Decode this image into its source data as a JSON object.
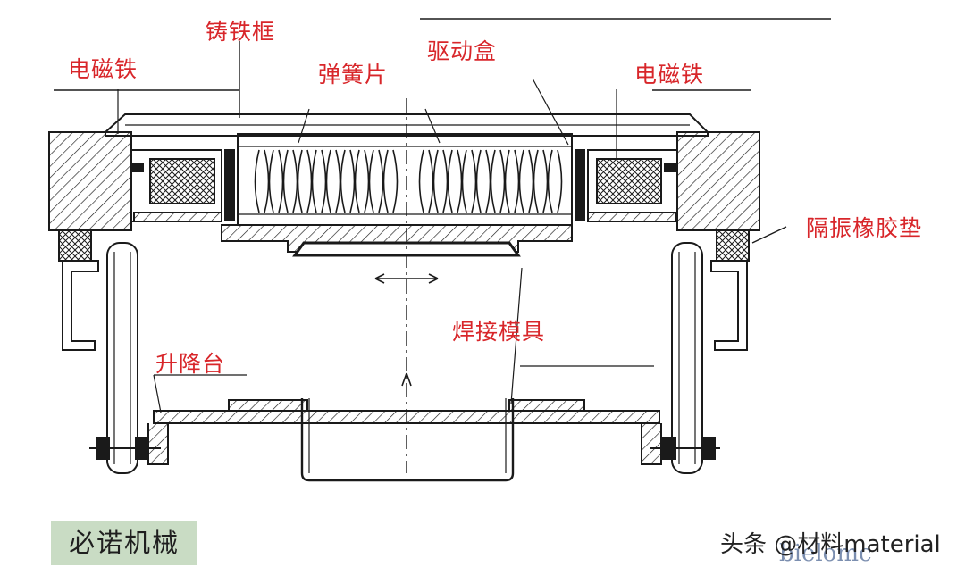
{
  "labels": {
    "cast_iron_frame": "铸铁框",
    "electromagnet_left": "电磁铁",
    "spring_plate": "弹簧片",
    "drive_box": "驱动盒",
    "electromagnet_right": "电磁铁",
    "vibration_isolation_pad": "隔振橡胶垫",
    "welding_mold": "焊接模具",
    "lifting_table": "升降台"
  },
  "brand_badge": "必诺机械",
  "watermark": "头条 @材料material",
  "watermark_secondary": "bielomc",
  "colors": {
    "label_red": "#d8262a",
    "line_black": "#1a1a1a",
    "badge_green": "#c9dcc4"
  }
}
